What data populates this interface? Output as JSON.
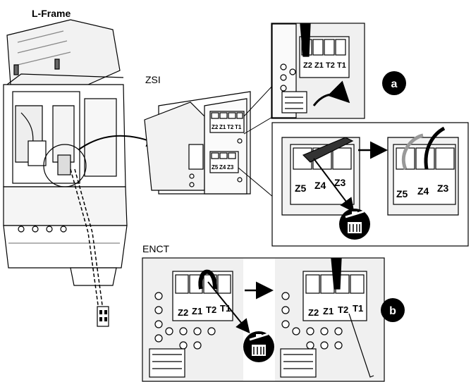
{
  "labels": {
    "frame": "L-Frame",
    "zsi": "ZSI",
    "enct": "ENCT"
  },
  "callouts": {
    "a": "a",
    "b": "b"
  },
  "terminals": {
    "top_row": [
      "Z2",
      "Z1",
      "T2",
      "T1"
    ],
    "bottom_row": [
      "Z5",
      "Z4",
      "Z3"
    ]
  },
  "colors": {
    "line": "#000000",
    "panel": "#e6e6e6",
    "callout_bg": "#000000",
    "callout_text": "#ffffff"
  }
}
